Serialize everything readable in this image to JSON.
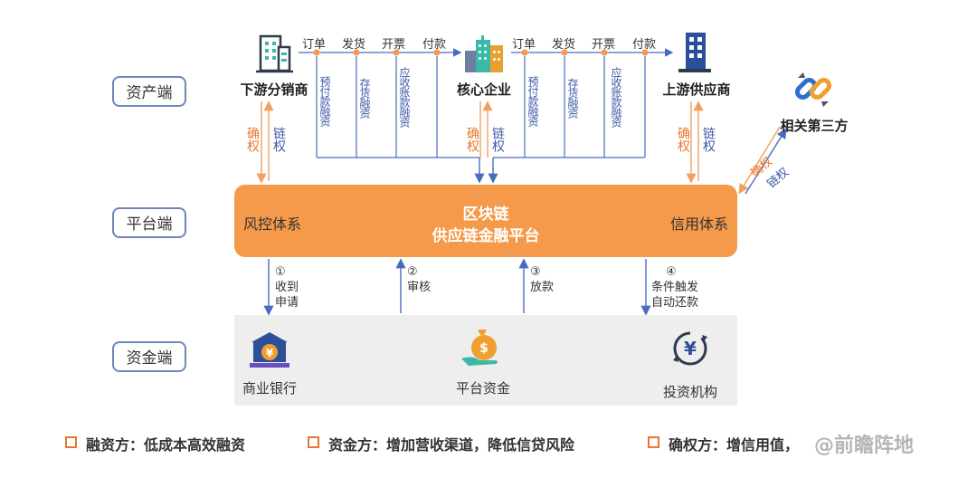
{
  "tiers": {
    "asset": "资产端",
    "platform": "平台端",
    "fund": "资金端"
  },
  "nodes": {
    "downstream": "下游分销商",
    "core": "核心企业",
    "upstream": "上游供应商",
    "third_party": "相关第三方"
  },
  "steps_left": [
    "订单",
    "发货",
    "开票",
    "付款"
  ],
  "steps_right": [
    "订单",
    "发货",
    "开票",
    "付款"
  ],
  "finance_left": [
    "预付款融资",
    "存货融资",
    "应收账款融资"
  ],
  "finance_right": [
    "预付款融资",
    "存货融资",
    "应收账款融资"
  ],
  "rights": {
    "confirm": "确权",
    "chain": "链权"
  },
  "third_party_links": {
    "confirm": "确权",
    "chain": "链权"
  },
  "platform": {
    "left": "风控体系",
    "title_line1": "区块链",
    "title_line2": "供应链金融平台",
    "right": "信用体系"
  },
  "flows": [
    {
      "num": "①",
      "text_line1": "收到",
      "text_line2": "申请"
    },
    {
      "num": "②",
      "text_line1": "审核",
      "text_line2": ""
    },
    {
      "num": "③",
      "text_line1": "放款",
      "text_line2": ""
    },
    {
      "num": "④",
      "text_line1": "条件触发",
      "text_line2": "自动还款"
    }
  ],
  "fund_nodes": {
    "bank": "商业银行",
    "platform_fund": "平台资金",
    "investor": "投资机构"
  },
  "footer": [
    "融资方：低成本高效融资",
    "资金方：增加营收渠道，降低信贷风险",
    "确权方：增信用值，"
  ],
  "watermark": "@前瞻阵地",
  "colors": {
    "orange": "#f59a4a",
    "accent_orange": "#e8762d",
    "blue": "#3d5aa6",
    "gray_band": "#eeeeee"
  },
  "icons": [
    "building-icon",
    "factory-icon",
    "office-tower-icon",
    "chain-link-icon",
    "bank-icon",
    "money-bag-icon",
    "yen-exchange-icon"
  ]
}
